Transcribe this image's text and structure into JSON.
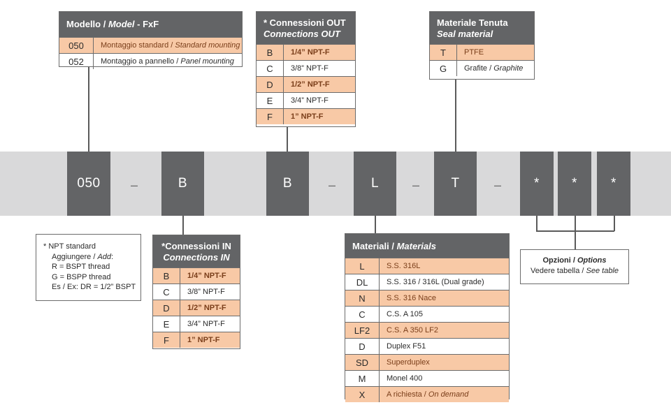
{
  "blocks": [
    "050",
    "B",
    "B",
    "L",
    "T",
    "*",
    "*",
    "*"
  ],
  "separator": "–",
  "modello": {
    "title": "Modello / ",
    "title_it": "Model",
    "title_suffix": " - FxF",
    "rows": [
      {
        "code": "050",
        "desc": "Montaggio standard / ",
        "desc_it": "Standard mounting"
      },
      {
        "code": "052",
        "desc": "Montaggio a pannello / ",
        "desc_it": "Panel mounting"
      }
    ]
  },
  "conn_out": {
    "title": "* Connessioni OUT",
    "title_it": "Connections OUT",
    "rows": [
      {
        "code": "B",
        "desc": "1/4” NPT-F"
      },
      {
        "code": "C",
        "desc": "3/8” NPT-F"
      },
      {
        "code": "D",
        "desc": "1/2” NPT-F"
      },
      {
        "code": "E",
        "desc": "3/4” NPT-F"
      },
      {
        "code": "F",
        "desc": "1” NPT-F"
      }
    ]
  },
  "seal": {
    "title": "Materiale Tenuta",
    "title_it": "Seal material",
    "rows": [
      {
        "code": "T",
        "desc": "PTFE"
      },
      {
        "code": "G",
        "desc": "Grafite / ",
        "desc_it": "Graphite"
      }
    ]
  },
  "conn_in": {
    "title": "*Connessioni IN",
    "title_it": "Connections IN",
    "rows": [
      {
        "code": "B",
        "desc": "1/4” NPT-F"
      },
      {
        "code": "C",
        "desc": "3/8” NPT-F"
      },
      {
        "code": "D",
        "desc": "1/2” NPT-F"
      },
      {
        "code": "E",
        "desc": "3/4” NPT-F"
      },
      {
        "code": "F",
        "desc": "1” NPT-F"
      }
    ]
  },
  "materials": {
    "title": "Materiali / ",
    "title_it": "Materials",
    "rows": [
      {
        "code": "L",
        "desc": "S.S. 316L"
      },
      {
        "code": "DL",
        "desc": "S.S. 316 / 316L (Dual grade)"
      },
      {
        "code": "N",
        "desc": "S.S. 316 Nace"
      },
      {
        "code": "C",
        "desc": "C.S. A 105"
      },
      {
        "code": "LF2",
        "desc": "C.S. A 350 LF2"
      },
      {
        "code": "D",
        "desc": "Duplex F51"
      },
      {
        "code": "SD",
        "desc": "Superduplex"
      },
      {
        "code": "M",
        "desc": "Monel 400"
      },
      {
        "code": "X",
        "desc": "A richiesta / ",
        "desc_it": "On demand"
      }
    ]
  },
  "note": {
    "line1": "*  NPT standard",
    "line2": "Aggiungere / ",
    "line2_it": "Add",
    "line2_end": ":",
    "line3": "R = BSPT thread",
    "line4": "G = BSPP thread",
    "line5": "Es / Ex: DR = 1/2” BSPT"
  },
  "options": {
    "title": "Opzioni / ",
    "title_it": "Options",
    "sub": "Vedere tabella / ",
    "sub_it": "See table"
  },
  "colors": {
    "block": "#636466",
    "band": "#d9d9da",
    "highlight": "#f8c9a6",
    "highlight_text": "#7a3e1a"
  }
}
